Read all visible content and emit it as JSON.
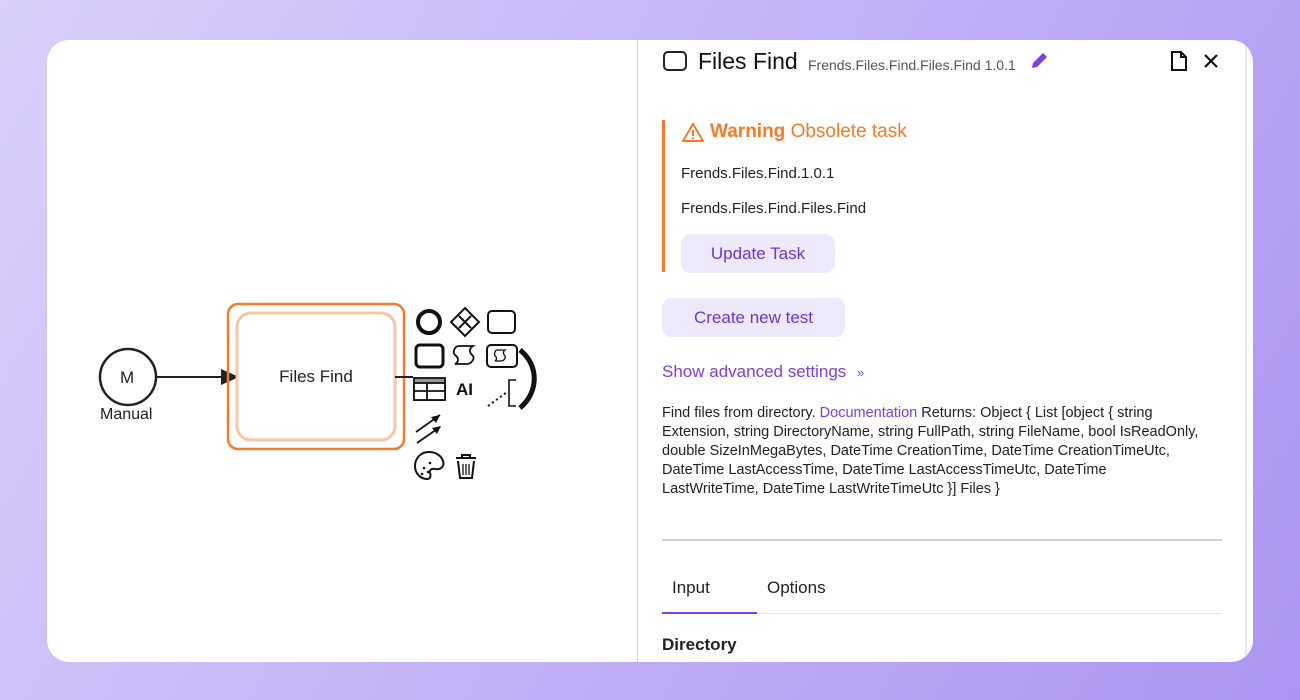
{
  "canvas": {
    "start_event": {
      "symbol": "M",
      "label": "Manual"
    },
    "task": {
      "label": "Files Find"
    }
  },
  "panel": {
    "title": "Files Find",
    "task_id": "Frends.Files.Find.Files.Find 1.0.1",
    "warning": {
      "title": "Warning",
      "message": "Obsolete task",
      "lines": [
        "Frends.Files.Find.1.0.1",
        "Frends.Files.Find.Files.Find"
      ],
      "button": "Update Task"
    },
    "create_test_button": "Create new test",
    "advanced_settings": "Show advanced settings",
    "description": {
      "text": "Find files from directory.",
      "link": "Documentation",
      "returns": "Returns: Object { List [object { string Extension, string DirectoryName, string FullPath, string FileName, bool IsReadOnly, double SizeInMegaBytes, DateTime CreationTime, DateTime CreationTimeUtc, DateTime LastAccessTime, DateTime LastAccessTimeUtc, DateTime LastWriteTime, DateTime LastWriteTimeUtc }] Files }"
    },
    "tabs": [
      {
        "label": "Input",
        "active": true
      },
      {
        "label": "Options",
        "active": false
      }
    ],
    "field_label": "Directory"
  },
  "colors": {
    "accent": "#7b3fe4",
    "warning": "#f47b2a"
  }
}
